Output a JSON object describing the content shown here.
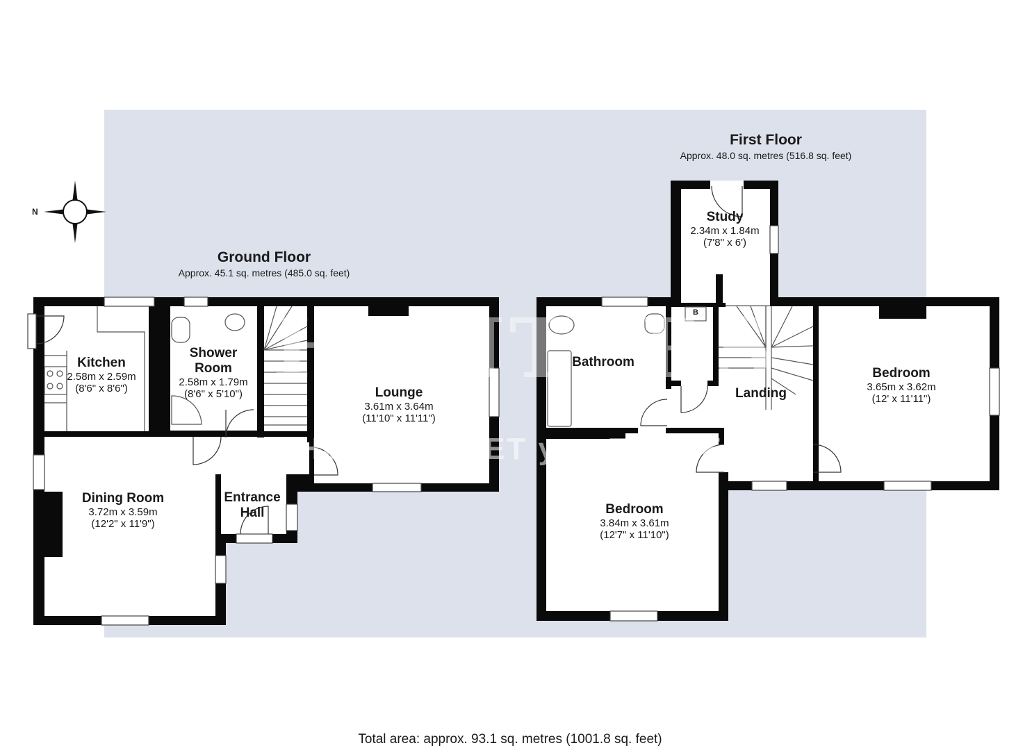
{
  "watermark": {
    "brand": "HUNTERS",
    "tagline": "HERE TO GET you THERE"
  },
  "compass": {
    "label": "N",
    "icon": "compass-rose-icon"
  },
  "ground_floor": {
    "title": "Ground Floor",
    "area": "Approx. 45.1 sq. metres (485.0 sq. feet)",
    "rooms": {
      "kitchen": {
        "name": "Kitchen",
        "metric": "2.58m x 2.59m",
        "imperial": "(8'6\" x 8'6\")"
      },
      "shower": {
        "name": "Shower Room",
        "metric": "2.58m x 1.79m",
        "imperial": "(8'6\" x 5'10\")"
      },
      "lounge": {
        "name": "Lounge",
        "metric": "3.61m x 3.64m",
        "imperial": "(11'10\" x 11'11\")"
      },
      "dining": {
        "name": "Dining Room",
        "metric": "3.72m x 3.59m",
        "imperial": "(12'2\" x 11'9\")"
      },
      "entrance": {
        "name": "Entrance Hall"
      }
    }
  },
  "first_floor": {
    "title": "First Floor",
    "area": "Approx. 48.0 sq. metres (516.8 sq. feet)",
    "rooms": {
      "study": {
        "name": "Study",
        "metric": "2.34m x 1.84m",
        "imperial": "(7'8\" x 6')"
      },
      "bathroom": {
        "name": "Bathroom"
      },
      "landing": {
        "name": "Landing"
      },
      "bedroom_1": {
        "name": "Bedroom",
        "metric": "3.65m x 3.62m",
        "imperial": "(12' x 11'11\")"
      },
      "bedroom_2": {
        "name": "Bedroom",
        "metric": "3.84m x 3.61m",
        "imperial": "(12'7\" x 11'10\")"
      },
      "boiler": {
        "name": "B"
      }
    }
  },
  "total_area": "Total area: approx. 93.1 sq. metres (1001.8 sq. feet)",
  "colors": {
    "background_panel": "#dde1ec",
    "walls": "#0a0a0a",
    "rooms": "#ffffff"
  }
}
